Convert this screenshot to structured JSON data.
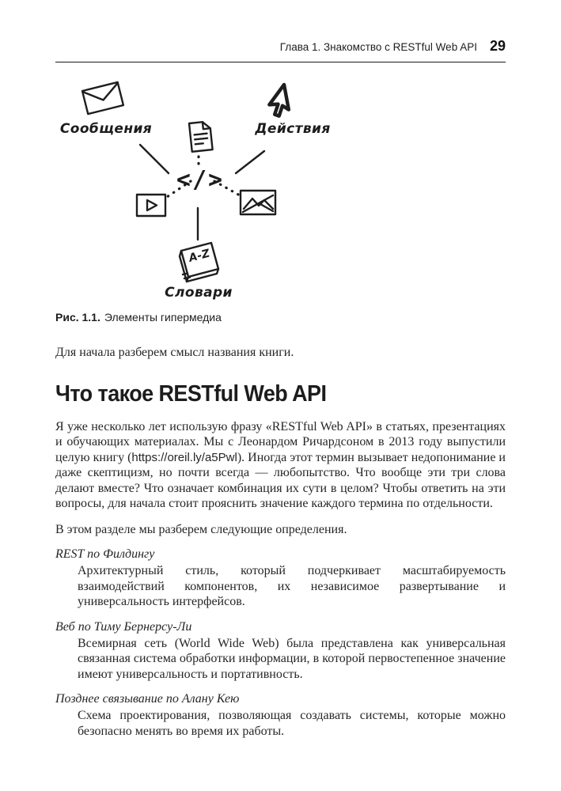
{
  "header": {
    "chapter": "Глава 1. Знакомство с RESTful Web API",
    "page_number": "29"
  },
  "figure": {
    "labels": {
      "messages": "Сообщения",
      "actions": "Действия",
      "dictionaries": "Словари"
    },
    "center_symbol": "</>",
    "book_cover": "A-Z",
    "caption_prefix": "Рис. 1.1.",
    "caption_text": "Элементы гипермедиа"
  },
  "intro": "Для начала разберем смысл названия книги.",
  "section": {
    "title": "Что такое RESTful Web API",
    "paragraph1_part1": "Я уже несколько лет использую фразу «RESTful Web API» в статьях, презентациях и обучающих материалах. Мы с Леонардом Ричардсоном в 2013 году выпустили целую книгу (",
    "paragraph1_url": "https://oreil.ly/a5Pwl",
    "paragraph1_part2": "). Иногда этот термин вызывает недопонимание и даже скептицизм, но почти всегда — любопытство. Что вообще эти три слова делают вместе? Что означает комбинация их сути в целом? Чтобы ответить на эти вопросы, для начала стоит прояснить значение каждого термина по отдельности.",
    "paragraph2": "В этом разделе мы разберем следующие определения.",
    "definitions": [
      {
        "term": "REST по Филдингу",
        "definition": "Архитектурный стиль, который подчеркивает масштабируемость взаимодействий компонентов, их независимое развертывание и универсальность интерфейсов."
      },
      {
        "term": "Веб по Тиму Бернерсу-Ли",
        "definition": "Всемирная сеть (World Wide Web) была представлена как универсальная связанная система обработки информации, в которой первостепенное значение имеют универсальность и портативность."
      },
      {
        "term": "Позднее связывание по Алану Кею",
        "definition": "Схема проектирования, позволяющая создавать системы, которые можно безопасно менять во время их работы."
      }
    ]
  }
}
